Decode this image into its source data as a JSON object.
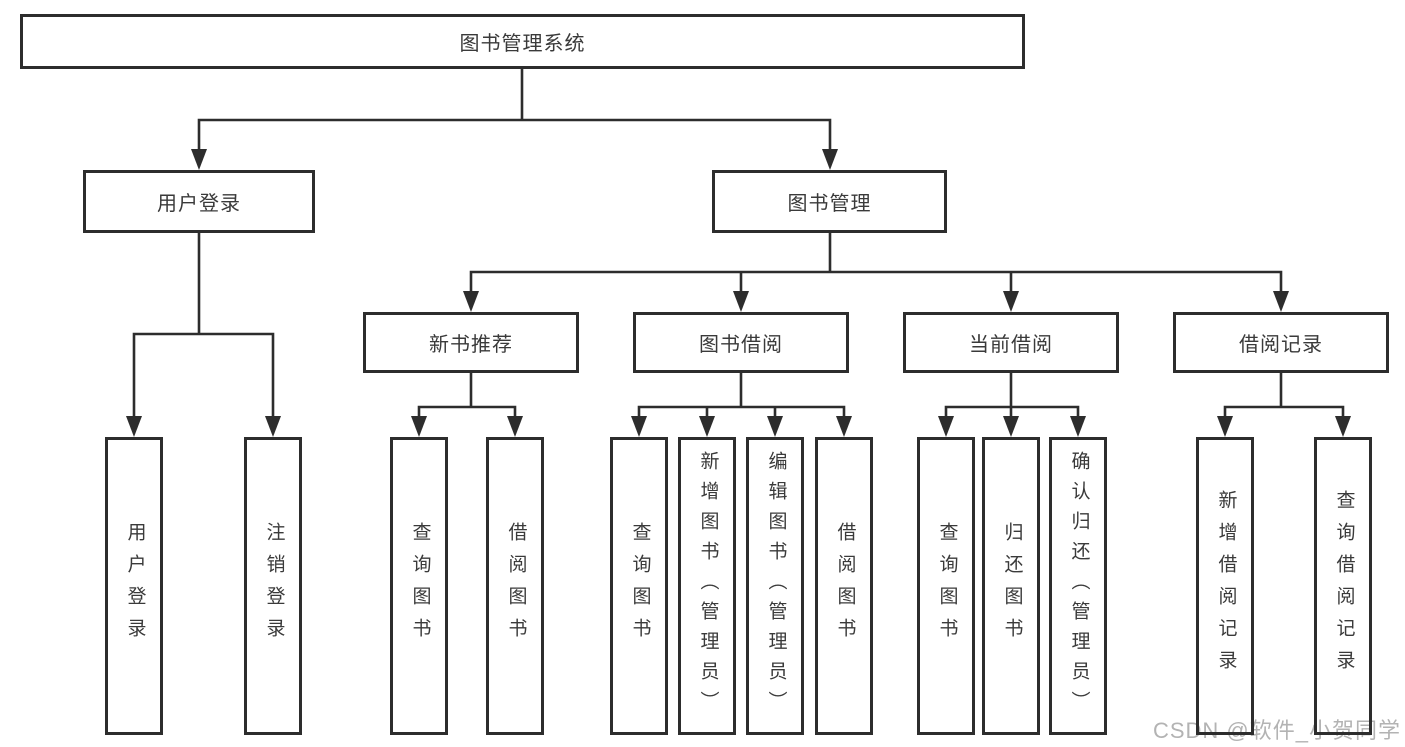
{
  "diagram_title": "图书管理系统",
  "colors": {
    "line": "#2d2d2d",
    "box_border": "#2d2d2d",
    "text": "#3a3a3a",
    "background": "#ffffff",
    "watermark": "#b3b3b3"
  },
  "tree": {
    "root": {
      "label": "图书管理系统"
    },
    "branches": [
      {
        "label": "用户登录",
        "children": [
          {
            "label": "用户登录"
          },
          {
            "label": "注销登录"
          }
        ]
      },
      {
        "label": "图书管理",
        "children": [
          {
            "label": "新书推荐",
            "children": [
              {
                "label": "查询图书"
              },
              {
                "label": "借阅图书"
              }
            ]
          },
          {
            "label": "图书借阅",
            "children": [
              {
                "label": "查询图书"
              },
              {
                "label": "新增图书（管理员）"
              },
              {
                "label": "编辑图书（管理员）"
              },
              {
                "label": "借阅图书"
              }
            ]
          },
          {
            "label": "当前借阅",
            "children": [
              {
                "label": "查询图书"
              },
              {
                "label": "归还图书"
              },
              {
                "label": "确认归还（管理员）"
              }
            ]
          },
          {
            "label": "借阅记录",
            "children": [
              {
                "label": "新增借阅记录"
              },
              {
                "label": "查询借阅记录"
              }
            ]
          }
        ]
      }
    ]
  },
  "watermark": {
    "text": "CSDN @软件_小贺同学"
  }
}
